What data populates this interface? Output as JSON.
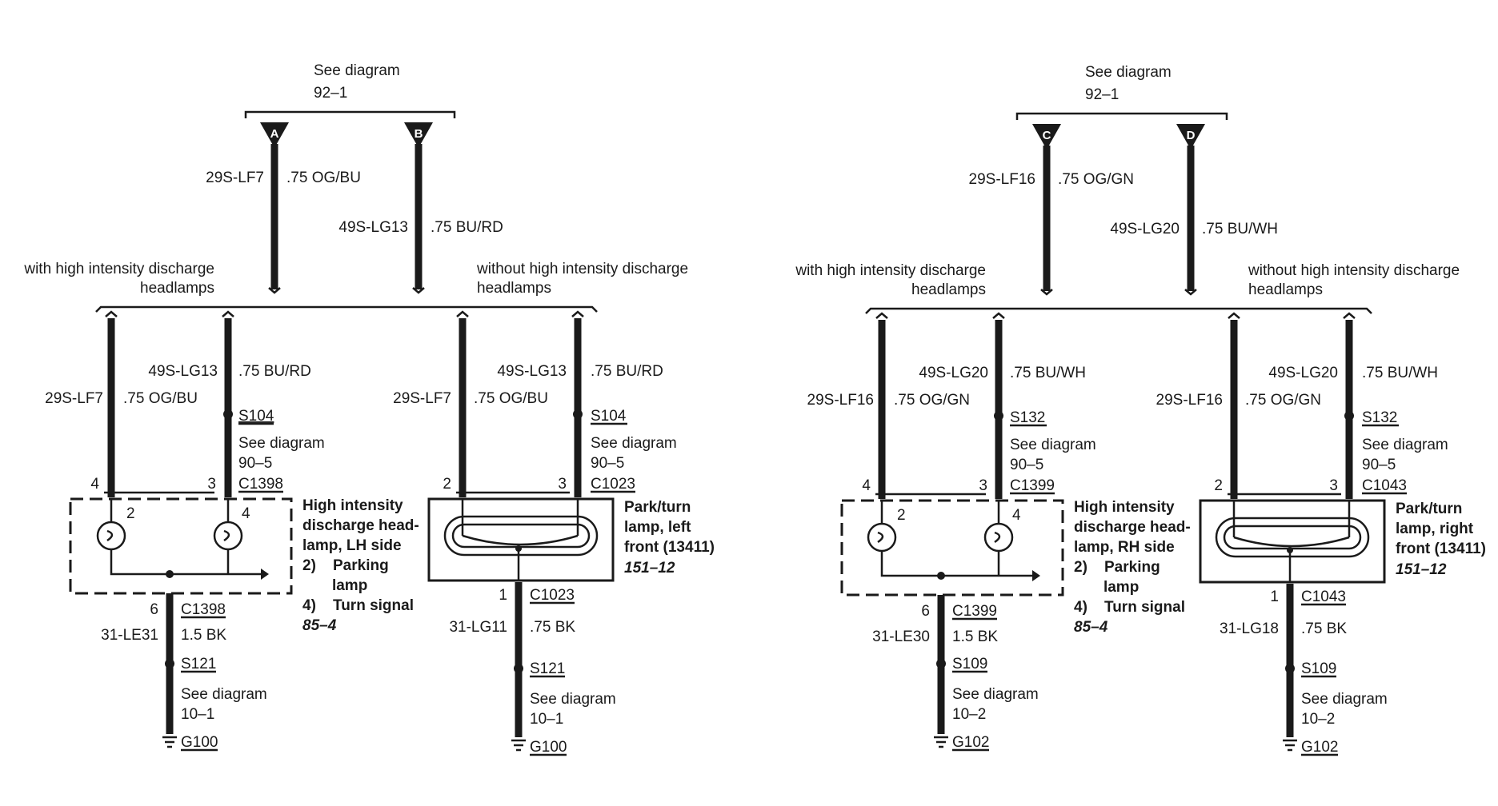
{
  "left": {
    "source": {
      "line1": "See diagram",
      "line2": "92–1"
    },
    "conn_a": "A",
    "conn_b": "B",
    "wire_top_a": {
      "circuit": "29S-LF7",
      "spec": ".75 OG/BU"
    },
    "wire_top_b": {
      "circuit": "49S-LG13",
      "spec": ".75 BU/RD"
    },
    "with_hid": {
      "line1": "with high intensity discharge",
      "line2": "headlamps"
    },
    "without_hid": {
      "line1": "without high intensity discharge",
      "line2": "headlamps"
    },
    "hid_branch": {
      "wire1": {
        "circuit": "29S-LF7",
        "spec": ".75 OG/BU"
      },
      "wire2": {
        "circuit": "49S-LG13",
        "spec": ".75 BU/RD"
      },
      "splice": "S104",
      "splice_ref": {
        "line1": "See diagram",
        "line2": "90–5"
      },
      "pin4": "4",
      "pin3": "3",
      "connector": "C1398",
      "bulb_pin2": "2",
      "bulb_pin4": "4",
      "component": [
        "High intensity",
        "discharge head-",
        "lamp, LH side",
        "2)    Parking",
        "       lamp",
        "4)    Turn signal"
      ],
      "component_ref": "85–4",
      "ground_pin": "6",
      "ground_connector": "C1398",
      "ground_wire": {
        "circuit": "31-LE31",
        "spec": "1.5 BK"
      },
      "ground_splice": "S121",
      "ground_ref": {
        "line1": "See diagram",
        "line2": "10–1"
      },
      "ground": "G100"
    },
    "park_branch": {
      "wire1": {
        "circuit": "29S-LF7",
        "spec": ".75 OG/BU"
      },
      "wire2": {
        "circuit": "49S-LG13",
        "spec": ".75 BU/RD"
      },
      "splice": "S104",
      "splice_ref": {
        "line1": "See diagram",
        "line2": "90–5"
      },
      "pin2": "2",
      "pin3": "3",
      "connector": "C1023",
      "component": [
        "Park/turn",
        "lamp, left",
        "front (13411)"
      ],
      "component_ref": "151–12",
      "ground_pin": "1",
      "ground_connector": "C1023",
      "ground_wire": {
        "circuit": "31-LG11",
        "spec": ".75 BK"
      },
      "ground_splice": "S121",
      "ground_ref": {
        "line1": "See diagram",
        "line2": "10–1"
      },
      "ground": "G100"
    }
  },
  "right": {
    "source": {
      "line1": "See diagram",
      "line2": "92–1"
    },
    "conn_a": "C",
    "conn_b": "D",
    "wire_top_a": {
      "circuit": "29S-LF16",
      "spec": ".75 OG/GN"
    },
    "wire_top_b": {
      "circuit": "49S-LG20",
      "spec": ".75 BU/WH"
    },
    "with_hid": {
      "line1": "with high intensity discharge",
      "line2": "headlamps"
    },
    "without_hid": {
      "line1": "without high intensity discharge",
      "line2": "headlamps"
    },
    "hid_branch": {
      "wire1": {
        "circuit": "29S-LF16",
        "spec": ".75 OG/GN"
      },
      "wire2": {
        "circuit": "49S-LG20",
        "spec": ".75 BU/WH"
      },
      "splice": "S132",
      "splice_ref": {
        "line1": "See diagram",
        "line2": "90–5"
      },
      "pin4": "4",
      "pin3": "3",
      "connector": "C1399",
      "bulb_pin2": "2",
      "bulb_pin4": "4",
      "component": [
        "High intensity",
        "discharge head-",
        "lamp, RH side",
        "2)    Parking",
        "       lamp",
        "4)    Turn signal"
      ],
      "component_ref": "85–4",
      "ground_pin": "6",
      "ground_connector": "C1399",
      "ground_wire": {
        "circuit": "31-LE30",
        "spec": "1.5 BK"
      },
      "ground_splice": "S109",
      "ground_ref": {
        "line1": "See diagram",
        "line2": "10–2"
      },
      "ground": "G102"
    },
    "park_branch": {
      "wire1": {
        "circuit": "29S-LF16",
        "spec": ".75 OG/GN"
      },
      "wire2": {
        "circuit": "49S-LG20",
        "spec": ".75 BU/WH"
      },
      "splice": "S132",
      "splice_ref": {
        "line1": "See diagram",
        "line2": "90–5"
      },
      "pin2": "2",
      "pin3": "3",
      "connector": "C1043",
      "component": [
        "Park/turn",
        "lamp, right",
        "front (13411)"
      ],
      "component_ref": "151–12",
      "ground_pin": "1",
      "ground_connector": "C1043",
      "ground_wire": {
        "circuit": "31-LG18",
        "spec": ".75 BK"
      },
      "ground_splice": "S109",
      "ground_ref": {
        "line1": "See diagram",
        "line2": "10–2"
      },
      "ground": "G102"
    }
  }
}
